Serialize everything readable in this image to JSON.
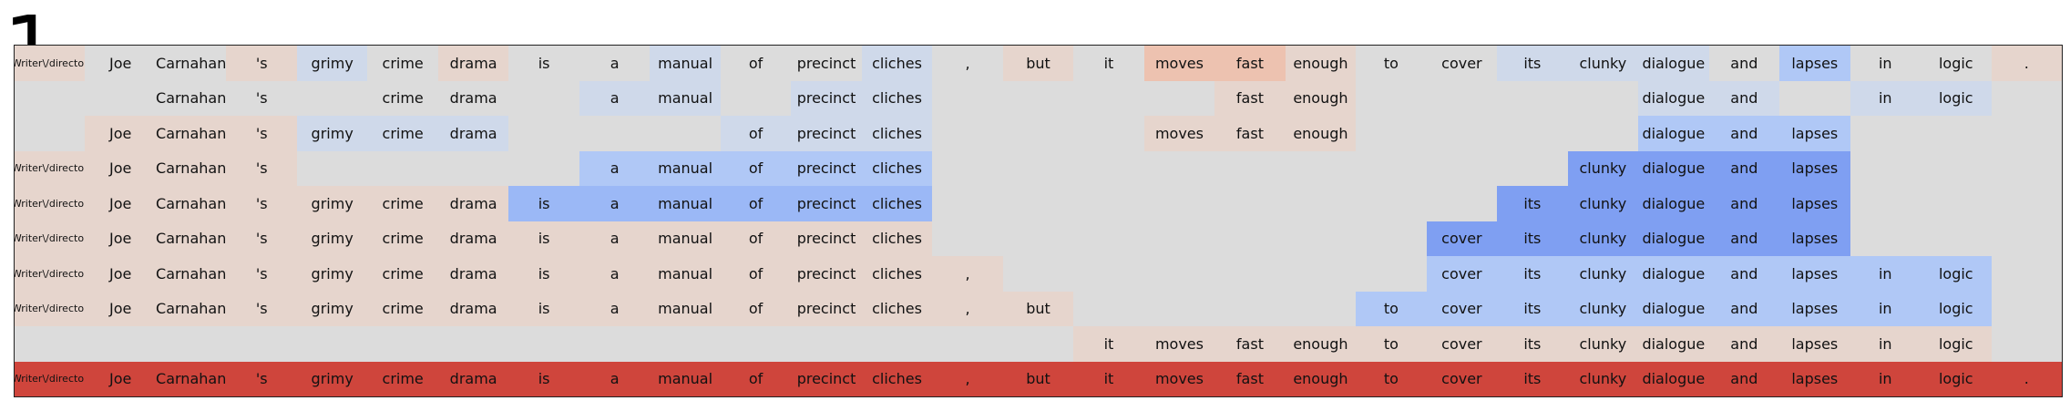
{
  "figure_number": "1",
  "tokens": [
    "Writer\\/director",
    "Joe",
    "Carnahan",
    "'s",
    "grimy",
    "crime",
    "drama",
    "is",
    "a",
    "manual",
    "of",
    "precinct",
    "cliches",
    ",",
    "but",
    "it",
    "moves",
    "fast",
    "enough",
    "to",
    "cover",
    "its",
    "clunky",
    "dialogue",
    "and",
    "lapses",
    "in",
    "logic",
    "."
  ],
  "colors": {
    "background": "#dcdcdc",
    "very_light_orange": "#e6d5cd",
    "light_orange": "#edc2b0",
    "light_blue": "#cfd9ea",
    "med_light_blue": "#b0c8f6",
    "med_blue": "#9bb8f6",
    "strong_blue": "#7f9ff2",
    "full_red": "#cf453c"
  },
  "rows": [
    {
      "id": "row-1",
      "cells": [
        {
          "i": 0,
          "c": "very_light_orange"
        },
        {
          "i": 1,
          "c": "background"
        },
        {
          "i": 2,
          "c": "background"
        },
        {
          "i": 3,
          "c": "very_light_orange"
        },
        {
          "i": 4,
          "c": "light_blue"
        },
        {
          "i": 5,
          "c": "background"
        },
        {
          "i": 6,
          "c": "very_light_orange"
        },
        {
          "i": 7,
          "c": "background"
        },
        {
          "i": 8,
          "c": "background"
        },
        {
          "i": 9,
          "c": "light_blue"
        },
        {
          "i": 10,
          "c": "background"
        },
        {
          "i": 11,
          "c": "background"
        },
        {
          "i": 12,
          "c": "light_blue"
        },
        {
          "i": 13,
          "c": "background"
        },
        {
          "i": 14,
          "c": "very_light_orange"
        },
        {
          "i": 15,
          "c": "background"
        },
        {
          "i": 16,
          "c": "light_orange"
        },
        {
          "i": 17,
          "c": "light_orange"
        },
        {
          "i": 18,
          "c": "very_light_orange"
        },
        {
          "i": 19,
          "c": "background"
        },
        {
          "i": 20,
          "c": "background"
        },
        {
          "i": 21,
          "c": "light_blue"
        },
        {
          "i": 22,
          "c": "light_blue"
        },
        {
          "i": 23,
          "c": "light_blue"
        },
        {
          "i": 24,
          "c": "background"
        },
        {
          "i": 25,
          "c": "med_light_blue"
        },
        {
          "i": 26,
          "c": "background"
        },
        {
          "i": 27,
          "c": "background"
        },
        {
          "i": 28,
          "c": "very_light_orange"
        }
      ]
    },
    {
      "id": "row-2",
      "cells": [
        {
          "i": 2,
          "c": "background"
        },
        {
          "i": 3,
          "c": "background"
        },
        {
          "i": 5,
          "c": "background"
        },
        {
          "i": 6,
          "c": "background"
        },
        {
          "i": 8,
          "c": "light_blue"
        },
        {
          "i": 9,
          "c": "light_blue"
        },
        {
          "i": 11,
          "c": "light_blue"
        },
        {
          "i": 12,
          "c": "light_blue"
        },
        {
          "i": 17,
          "c": "very_light_orange"
        },
        {
          "i": 18,
          "c": "very_light_orange"
        },
        {
          "i": 23,
          "c": "light_blue"
        },
        {
          "i": 24,
          "c": "light_blue"
        },
        {
          "i": 26,
          "c": "light_blue"
        },
        {
          "i": 27,
          "c": "light_blue"
        }
      ]
    },
    {
      "id": "row-3",
      "cells": [
        {
          "i": 1,
          "c": "very_light_orange"
        },
        {
          "i": 2,
          "c": "very_light_orange"
        },
        {
          "i": 3,
          "c": "very_light_orange"
        },
        {
          "i": 4,
          "c": "light_blue"
        },
        {
          "i": 5,
          "c": "light_blue"
        },
        {
          "i": 6,
          "c": "light_blue"
        },
        {
          "i": 10,
          "c": "light_blue"
        },
        {
          "i": 11,
          "c": "light_blue"
        },
        {
          "i": 12,
          "c": "light_blue"
        },
        {
          "i": 16,
          "c": "very_light_orange"
        },
        {
          "i": 17,
          "c": "very_light_orange"
        },
        {
          "i": 18,
          "c": "very_light_orange"
        },
        {
          "i": 23,
          "c": "med_light_blue"
        },
        {
          "i": 24,
          "c": "med_light_blue"
        },
        {
          "i": 25,
          "c": "med_light_blue"
        }
      ]
    },
    {
      "id": "row-4",
      "cells": [
        {
          "i": 0,
          "c": "very_light_orange"
        },
        {
          "i": 1,
          "c": "very_light_orange"
        },
        {
          "i": 2,
          "c": "very_light_orange"
        },
        {
          "i": 3,
          "c": "very_light_orange"
        },
        {
          "i": 8,
          "c": "med_light_blue"
        },
        {
          "i": 9,
          "c": "med_light_blue"
        },
        {
          "i": 10,
          "c": "med_light_blue"
        },
        {
          "i": 11,
          "c": "med_light_blue"
        },
        {
          "i": 12,
          "c": "med_light_blue"
        },
        {
          "i": 22,
          "c": "strong_blue"
        },
        {
          "i": 23,
          "c": "strong_blue"
        },
        {
          "i": 24,
          "c": "strong_blue"
        },
        {
          "i": 25,
          "c": "strong_blue"
        }
      ]
    },
    {
      "id": "row-5",
      "cells": [
        {
          "i": 0,
          "c": "very_light_orange"
        },
        {
          "i": 1,
          "c": "very_light_orange"
        },
        {
          "i": 2,
          "c": "very_light_orange"
        },
        {
          "i": 3,
          "c": "very_light_orange"
        },
        {
          "i": 4,
          "c": "very_light_orange"
        },
        {
          "i": 5,
          "c": "very_light_orange"
        },
        {
          "i": 6,
          "c": "very_light_orange"
        },
        {
          "i": 7,
          "c": "med_blue"
        },
        {
          "i": 8,
          "c": "med_blue"
        },
        {
          "i": 9,
          "c": "med_blue"
        },
        {
          "i": 10,
          "c": "med_blue"
        },
        {
          "i": 11,
          "c": "med_blue"
        },
        {
          "i": 12,
          "c": "med_blue"
        },
        {
          "i": 21,
          "c": "strong_blue"
        },
        {
          "i": 22,
          "c": "strong_blue"
        },
        {
          "i": 23,
          "c": "strong_blue"
        },
        {
          "i": 24,
          "c": "strong_blue"
        },
        {
          "i": 25,
          "c": "strong_blue"
        }
      ]
    },
    {
      "id": "row-6",
      "cells": [
        {
          "i": 0,
          "c": "very_light_orange"
        },
        {
          "i": 1,
          "c": "very_light_orange"
        },
        {
          "i": 2,
          "c": "very_light_orange"
        },
        {
          "i": 3,
          "c": "very_light_orange"
        },
        {
          "i": 4,
          "c": "very_light_orange"
        },
        {
          "i": 5,
          "c": "very_light_orange"
        },
        {
          "i": 6,
          "c": "very_light_orange"
        },
        {
          "i": 7,
          "c": "very_light_orange"
        },
        {
          "i": 8,
          "c": "very_light_orange"
        },
        {
          "i": 9,
          "c": "very_light_orange"
        },
        {
          "i": 10,
          "c": "very_light_orange"
        },
        {
          "i": 11,
          "c": "very_light_orange"
        },
        {
          "i": 12,
          "c": "very_light_orange"
        },
        {
          "i": 20,
          "c": "strong_blue"
        },
        {
          "i": 21,
          "c": "strong_blue"
        },
        {
          "i": 22,
          "c": "strong_blue"
        },
        {
          "i": 23,
          "c": "strong_blue"
        },
        {
          "i": 24,
          "c": "strong_blue"
        },
        {
          "i": 25,
          "c": "strong_blue"
        }
      ]
    },
    {
      "id": "row-7",
      "cells": [
        {
          "i": 0,
          "c": "very_light_orange"
        },
        {
          "i": 1,
          "c": "very_light_orange"
        },
        {
          "i": 2,
          "c": "very_light_orange"
        },
        {
          "i": 3,
          "c": "very_light_orange"
        },
        {
          "i": 4,
          "c": "very_light_orange"
        },
        {
          "i": 5,
          "c": "very_light_orange"
        },
        {
          "i": 6,
          "c": "very_light_orange"
        },
        {
          "i": 7,
          "c": "very_light_orange"
        },
        {
          "i": 8,
          "c": "very_light_orange"
        },
        {
          "i": 9,
          "c": "very_light_orange"
        },
        {
          "i": 10,
          "c": "very_light_orange"
        },
        {
          "i": 11,
          "c": "very_light_orange"
        },
        {
          "i": 12,
          "c": "very_light_orange"
        },
        {
          "i": 13,
          "c": "very_light_orange"
        },
        {
          "i": 20,
          "c": "med_light_blue"
        },
        {
          "i": 21,
          "c": "med_light_blue"
        },
        {
          "i": 22,
          "c": "med_light_blue"
        },
        {
          "i": 23,
          "c": "med_light_blue"
        },
        {
          "i": 24,
          "c": "med_light_blue"
        },
        {
          "i": 25,
          "c": "med_light_blue"
        },
        {
          "i": 26,
          "c": "med_light_blue"
        },
        {
          "i": 27,
          "c": "med_light_blue"
        }
      ]
    },
    {
      "id": "row-8",
      "cells": [
        {
          "i": 0,
          "c": "very_light_orange"
        },
        {
          "i": 1,
          "c": "very_light_orange"
        },
        {
          "i": 2,
          "c": "very_light_orange"
        },
        {
          "i": 3,
          "c": "very_light_orange"
        },
        {
          "i": 4,
          "c": "very_light_orange"
        },
        {
          "i": 5,
          "c": "very_light_orange"
        },
        {
          "i": 6,
          "c": "very_light_orange"
        },
        {
          "i": 7,
          "c": "very_light_orange"
        },
        {
          "i": 8,
          "c": "very_light_orange"
        },
        {
          "i": 9,
          "c": "very_light_orange"
        },
        {
          "i": 10,
          "c": "very_light_orange"
        },
        {
          "i": 11,
          "c": "very_light_orange"
        },
        {
          "i": 12,
          "c": "very_light_orange"
        },
        {
          "i": 13,
          "c": "very_light_orange"
        },
        {
          "i": 14,
          "c": "very_light_orange"
        },
        {
          "i": 19,
          "c": "med_light_blue"
        },
        {
          "i": 20,
          "c": "med_light_blue"
        },
        {
          "i": 21,
          "c": "med_light_blue"
        },
        {
          "i": 22,
          "c": "med_light_blue"
        },
        {
          "i": 23,
          "c": "med_light_blue"
        },
        {
          "i": 24,
          "c": "med_light_blue"
        },
        {
          "i": 25,
          "c": "med_light_blue"
        },
        {
          "i": 26,
          "c": "med_light_blue"
        },
        {
          "i": 27,
          "c": "med_light_blue"
        }
      ]
    },
    {
      "id": "row-9",
      "cells": [
        {
          "i": 15,
          "c": "very_light_orange"
        },
        {
          "i": 16,
          "c": "very_light_orange"
        },
        {
          "i": 17,
          "c": "very_light_orange"
        },
        {
          "i": 18,
          "c": "very_light_orange"
        },
        {
          "i": 19,
          "c": "very_light_orange"
        },
        {
          "i": 20,
          "c": "very_light_orange"
        },
        {
          "i": 21,
          "c": "very_light_orange"
        },
        {
          "i": 22,
          "c": "very_light_orange"
        },
        {
          "i": 23,
          "c": "very_light_orange"
        },
        {
          "i": 24,
          "c": "very_light_orange"
        },
        {
          "i": 25,
          "c": "very_light_orange"
        },
        {
          "i": 26,
          "c": "very_light_orange"
        },
        {
          "i": 27,
          "c": "very_light_orange"
        }
      ]
    },
    {
      "id": "row-10",
      "cells": [
        {
          "i": 0,
          "c": "full_red"
        },
        {
          "i": 1,
          "c": "full_red"
        },
        {
          "i": 2,
          "c": "full_red"
        },
        {
          "i": 3,
          "c": "full_red"
        },
        {
          "i": 4,
          "c": "full_red"
        },
        {
          "i": 5,
          "c": "full_red"
        },
        {
          "i": 6,
          "c": "full_red"
        },
        {
          "i": 7,
          "c": "full_red"
        },
        {
          "i": 8,
          "c": "full_red"
        },
        {
          "i": 9,
          "c": "full_red"
        },
        {
          "i": 10,
          "c": "full_red"
        },
        {
          "i": 11,
          "c": "full_red"
        },
        {
          "i": 12,
          "c": "full_red"
        },
        {
          "i": 13,
          "c": "full_red"
        },
        {
          "i": 14,
          "c": "full_red"
        },
        {
          "i": 15,
          "c": "full_red"
        },
        {
          "i": 16,
          "c": "full_red"
        },
        {
          "i": 17,
          "c": "full_red"
        },
        {
          "i": 18,
          "c": "full_red"
        },
        {
          "i": 19,
          "c": "full_red"
        },
        {
          "i": 20,
          "c": "full_red"
        },
        {
          "i": 21,
          "c": "full_red"
        },
        {
          "i": 22,
          "c": "full_red"
        },
        {
          "i": 23,
          "c": "full_red"
        },
        {
          "i": 24,
          "c": "full_red"
        },
        {
          "i": 25,
          "c": "full_red"
        },
        {
          "i": 26,
          "c": "full_red"
        },
        {
          "i": 27,
          "c": "full_red"
        },
        {
          "i": 28,
          "c": "full_red"
        }
      ]
    }
  ]
}
